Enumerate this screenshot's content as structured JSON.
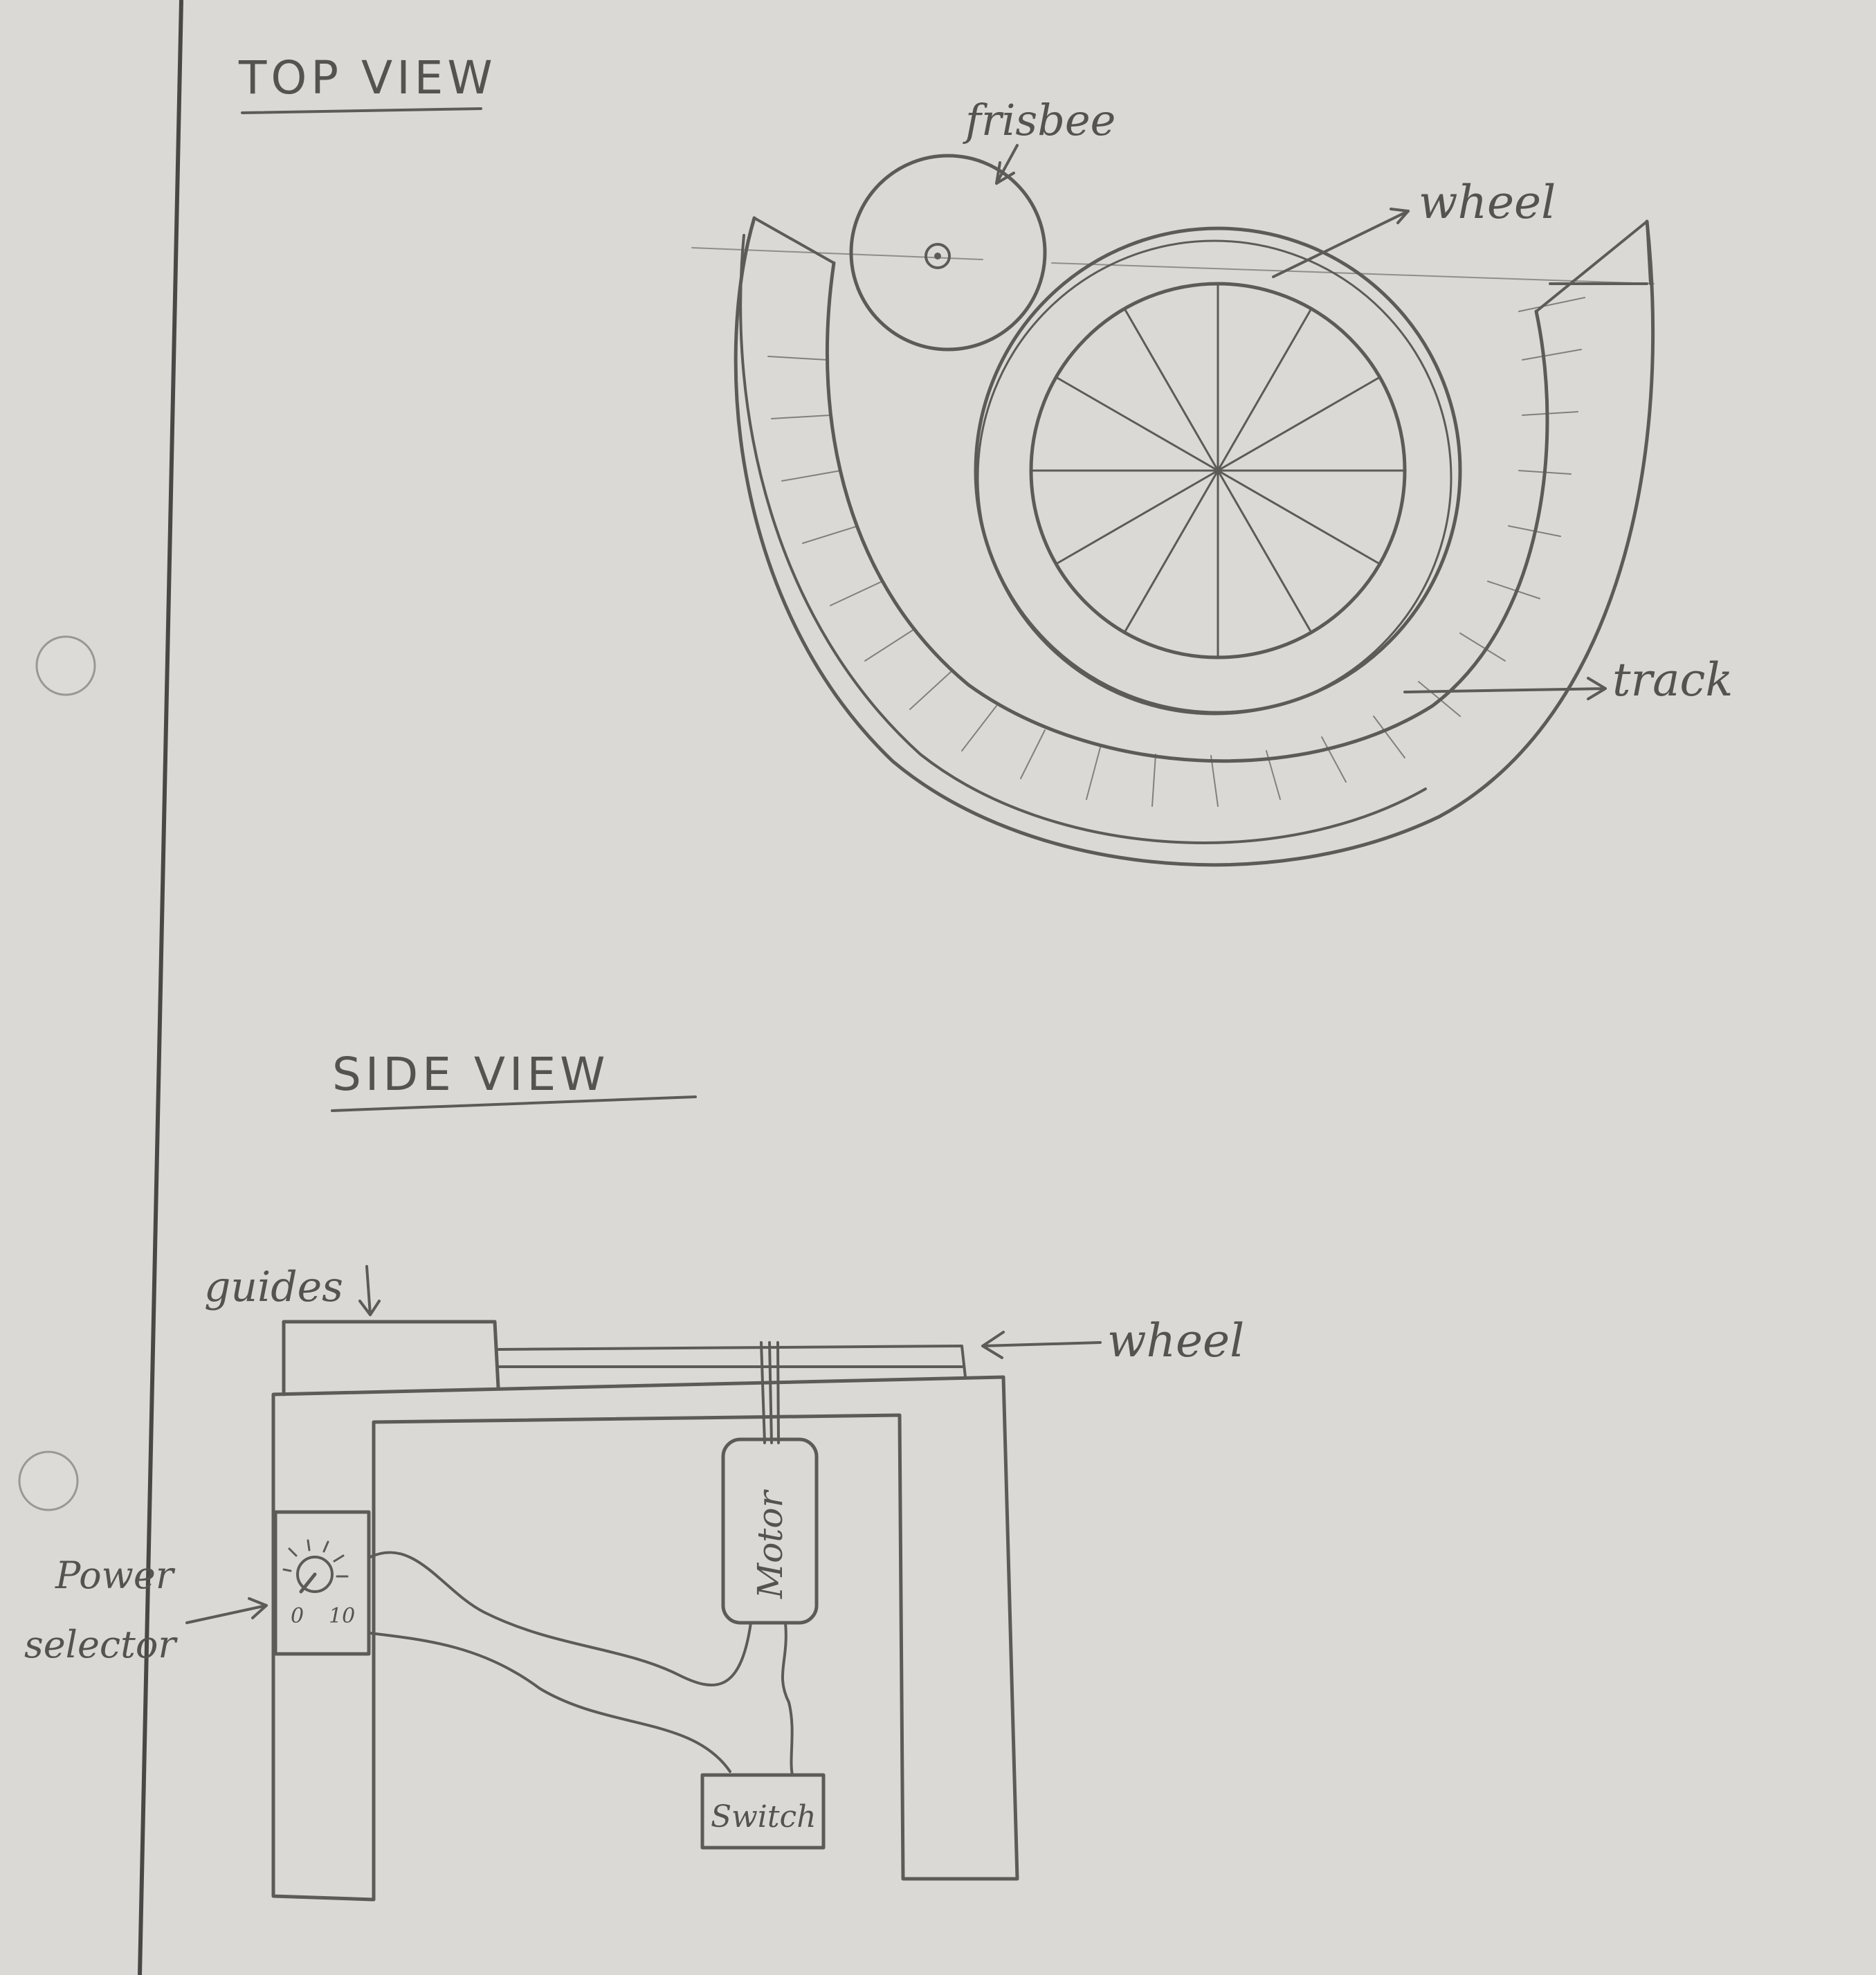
{
  "top_view": {
    "heading": "TOP VIEW",
    "labels": {
      "frisbee": "frisbee",
      "wheel": "wheel",
      "track": "track"
    }
  },
  "side_view": {
    "heading": "SIDE VIEW",
    "labels": {
      "guides": "guides",
      "wheel": "wheel",
      "power_line1": "Power",
      "power_line2": "selector",
      "dial_min": "0",
      "dial_max": "10",
      "motor": "Motor",
      "switch": "Switch"
    }
  },
  "colors": {
    "paper": "#d6d5d3",
    "pencil": "#5d5b58",
    "margin": "#4a4846"
  }
}
